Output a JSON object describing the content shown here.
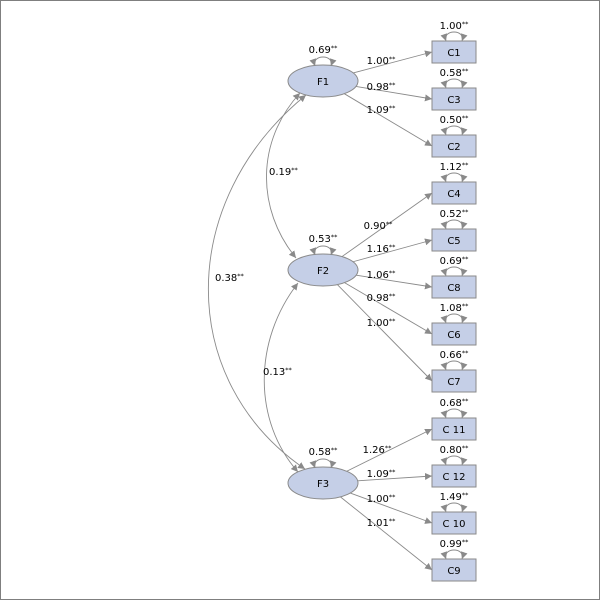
{
  "colors": {
    "node_fill": "#c5cfe7",
    "node_stroke": "#8a8a8a",
    "arrow": "#8a8a8a",
    "border": "#7f7f7f"
  },
  "factors": [
    {
      "id": "F1",
      "label": "F1",
      "variance": "0.69",
      "sig": "**"
    },
    {
      "id": "F2",
      "label": "F2",
      "variance": "0.53",
      "sig": "**"
    },
    {
      "id": "F3",
      "label": "F3",
      "variance": "0.58",
      "sig": "**"
    }
  ],
  "indicators": [
    {
      "id": "C1",
      "label": "C1",
      "factor": "F1",
      "loading": "1.00",
      "loading_sig": "**",
      "error": "1.00",
      "error_sig": "**"
    },
    {
      "id": "C3",
      "label": "C3",
      "factor": "F1",
      "loading": "0.98",
      "loading_sig": "**",
      "error": "0.58",
      "error_sig": "**"
    },
    {
      "id": "C2",
      "label": "C2",
      "factor": "F1",
      "loading": "1.09",
      "loading_sig": "**",
      "error": "0.50",
      "error_sig": "**"
    },
    {
      "id": "C4",
      "label": "C4",
      "factor": "F2",
      "loading": "0.90",
      "loading_sig": "**",
      "error": "1.12",
      "error_sig": "**"
    },
    {
      "id": "C5",
      "label": "C5",
      "factor": "F2",
      "loading": "1.16",
      "loading_sig": "**",
      "error": "0.52",
      "error_sig": "**"
    },
    {
      "id": "C8",
      "label": "C8",
      "factor": "F2",
      "loading": "1.06",
      "loading_sig": "**",
      "error": "0.69",
      "error_sig": "**"
    },
    {
      "id": "C6",
      "label": "C6",
      "factor": "F2",
      "loading": "0.98",
      "loading_sig": "**",
      "error": "1.08",
      "error_sig": "**"
    },
    {
      "id": "C7",
      "label": "C7",
      "factor": "F2",
      "loading": "1.00",
      "loading_sig": "**",
      "error": "0.66",
      "error_sig": "**"
    },
    {
      "id": "C11",
      "label": "C 11",
      "factor": "F3",
      "loading": "1.26",
      "loading_sig": "**",
      "error": "0.68",
      "error_sig": "**"
    },
    {
      "id": "C12",
      "label": "C 12",
      "factor": "F3",
      "loading": "1.09",
      "loading_sig": "**",
      "error": "0.80",
      "error_sig": "**"
    },
    {
      "id": "C10",
      "label": "C 10",
      "factor": "F3",
      "loading": "1.00",
      "loading_sig": "**",
      "error": "1.49",
      "error_sig": "**"
    },
    {
      "id": "C9",
      "label": "C9",
      "factor": "F3",
      "loading": "1.01",
      "loading_sig": "**",
      "error": "0.99",
      "error_sig": "**"
    }
  ],
  "covariances": [
    {
      "id": "F1-F2",
      "from": "F1",
      "to": "F2",
      "value": "0.19",
      "sig": "**"
    },
    {
      "id": "F2-F3",
      "from": "F2",
      "to": "F3",
      "value": "0.13",
      "sig": "**"
    },
    {
      "id": "F1-F3",
      "from": "F1",
      "to": "F3",
      "value": "0.38",
      "sig": "**"
    }
  ]
}
